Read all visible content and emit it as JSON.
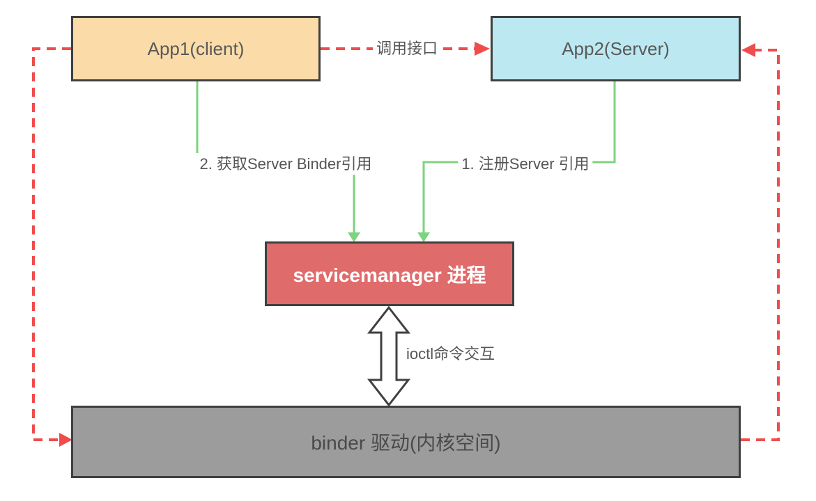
{
  "diagram": {
    "nodes": {
      "app1": {
        "label": "App1(client)",
        "fill": "#fbdca8",
        "border": "#3f3f3f"
      },
      "app2": {
        "label": "App2(Server)",
        "fill": "#bce9f1",
        "border": "#3f3f3f"
      },
      "servicemanager": {
        "label": "servicemanager 进程",
        "fill": "#e06b6b",
        "border": "#3f3f3f"
      },
      "binder": {
        "label": "binder 驱动(内核空间)",
        "fill": "#9c9c9c",
        "border": "#3f3f3f"
      }
    },
    "edges": {
      "call_interface": {
        "from": "App1(client)",
        "to": "App2(Server)",
        "label": "调用接口",
        "style": "dashed-arrow",
        "color": "#f04c4c"
      },
      "get_server_binder_ref": {
        "from": "App1(client)",
        "to": "servicemanager 进程",
        "label": "2. 获取Server Binder引用",
        "style": "solid-arrow",
        "color": "#7ed37e"
      },
      "register_server_ref": {
        "from": "App2(Server)",
        "to": "servicemanager 进程",
        "label": "1. 注册Server 引用",
        "style": "solid-arrow",
        "color": "#7ed37e"
      },
      "ioctl_exchange": {
        "between": [
          "servicemanager 进程",
          "binder 驱动(内核空间)"
        ],
        "label": "ioctl命令交互",
        "style": "outlined-double-arrow",
        "color": "#404040"
      },
      "client_to_binder": {
        "from": "App1(client)",
        "to": "binder 驱动(内核空间)",
        "label": "",
        "style": "dashed-arrow",
        "color": "#f04c4c"
      },
      "binder_to_server": {
        "from": "binder 驱动(内核空间)",
        "to": "App2(Server)",
        "label": "",
        "style": "dashed-arrow",
        "color": "#f04c4c"
      }
    }
  }
}
